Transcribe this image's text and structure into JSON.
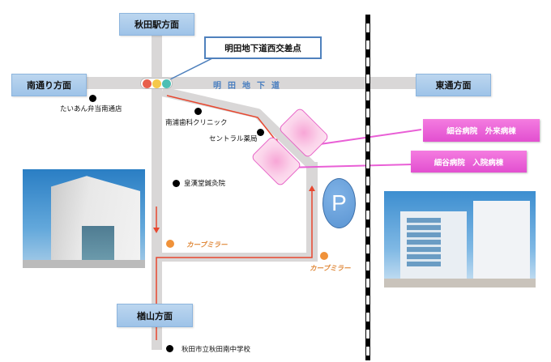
{
  "directions": {
    "north": "秋田駅方面",
    "west": "南通り方面",
    "east": "東通方面",
    "south": "楢山方面"
  },
  "intersection_callout": "明田地下道西交差点",
  "road_label": "明田地下道",
  "pois": [
    {
      "name": "たいあん弁当南通店"
    },
    {
      "name": "南浦歯科クリニック"
    },
    {
      "name": "セントラル薬局"
    },
    {
      "name": "皇漢堂鍼灸院"
    },
    {
      "name": "秋田市立秋田南中学校"
    }
  ],
  "curve_mirrors": [
    {
      "label": "カーブミラー"
    },
    {
      "label": "カーブミラー"
    }
  ],
  "hospital_labels": {
    "outpatient": "細谷病院　外来病棟",
    "inpatient": "細谷病院　入院病棟"
  },
  "parking": {
    "label": "P"
  },
  "traffic_light_colors": [
    "#e8604c",
    "#f5c84a",
    "#4dbfb4"
  ],
  "colors": {
    "road": "#d9d7d7",
    "route": "#e8472f",
    "direction_box": "#a9cbec",
    "hospital_label": "#e95fd6",
    "mirror": "#f0923a"
  }
}
